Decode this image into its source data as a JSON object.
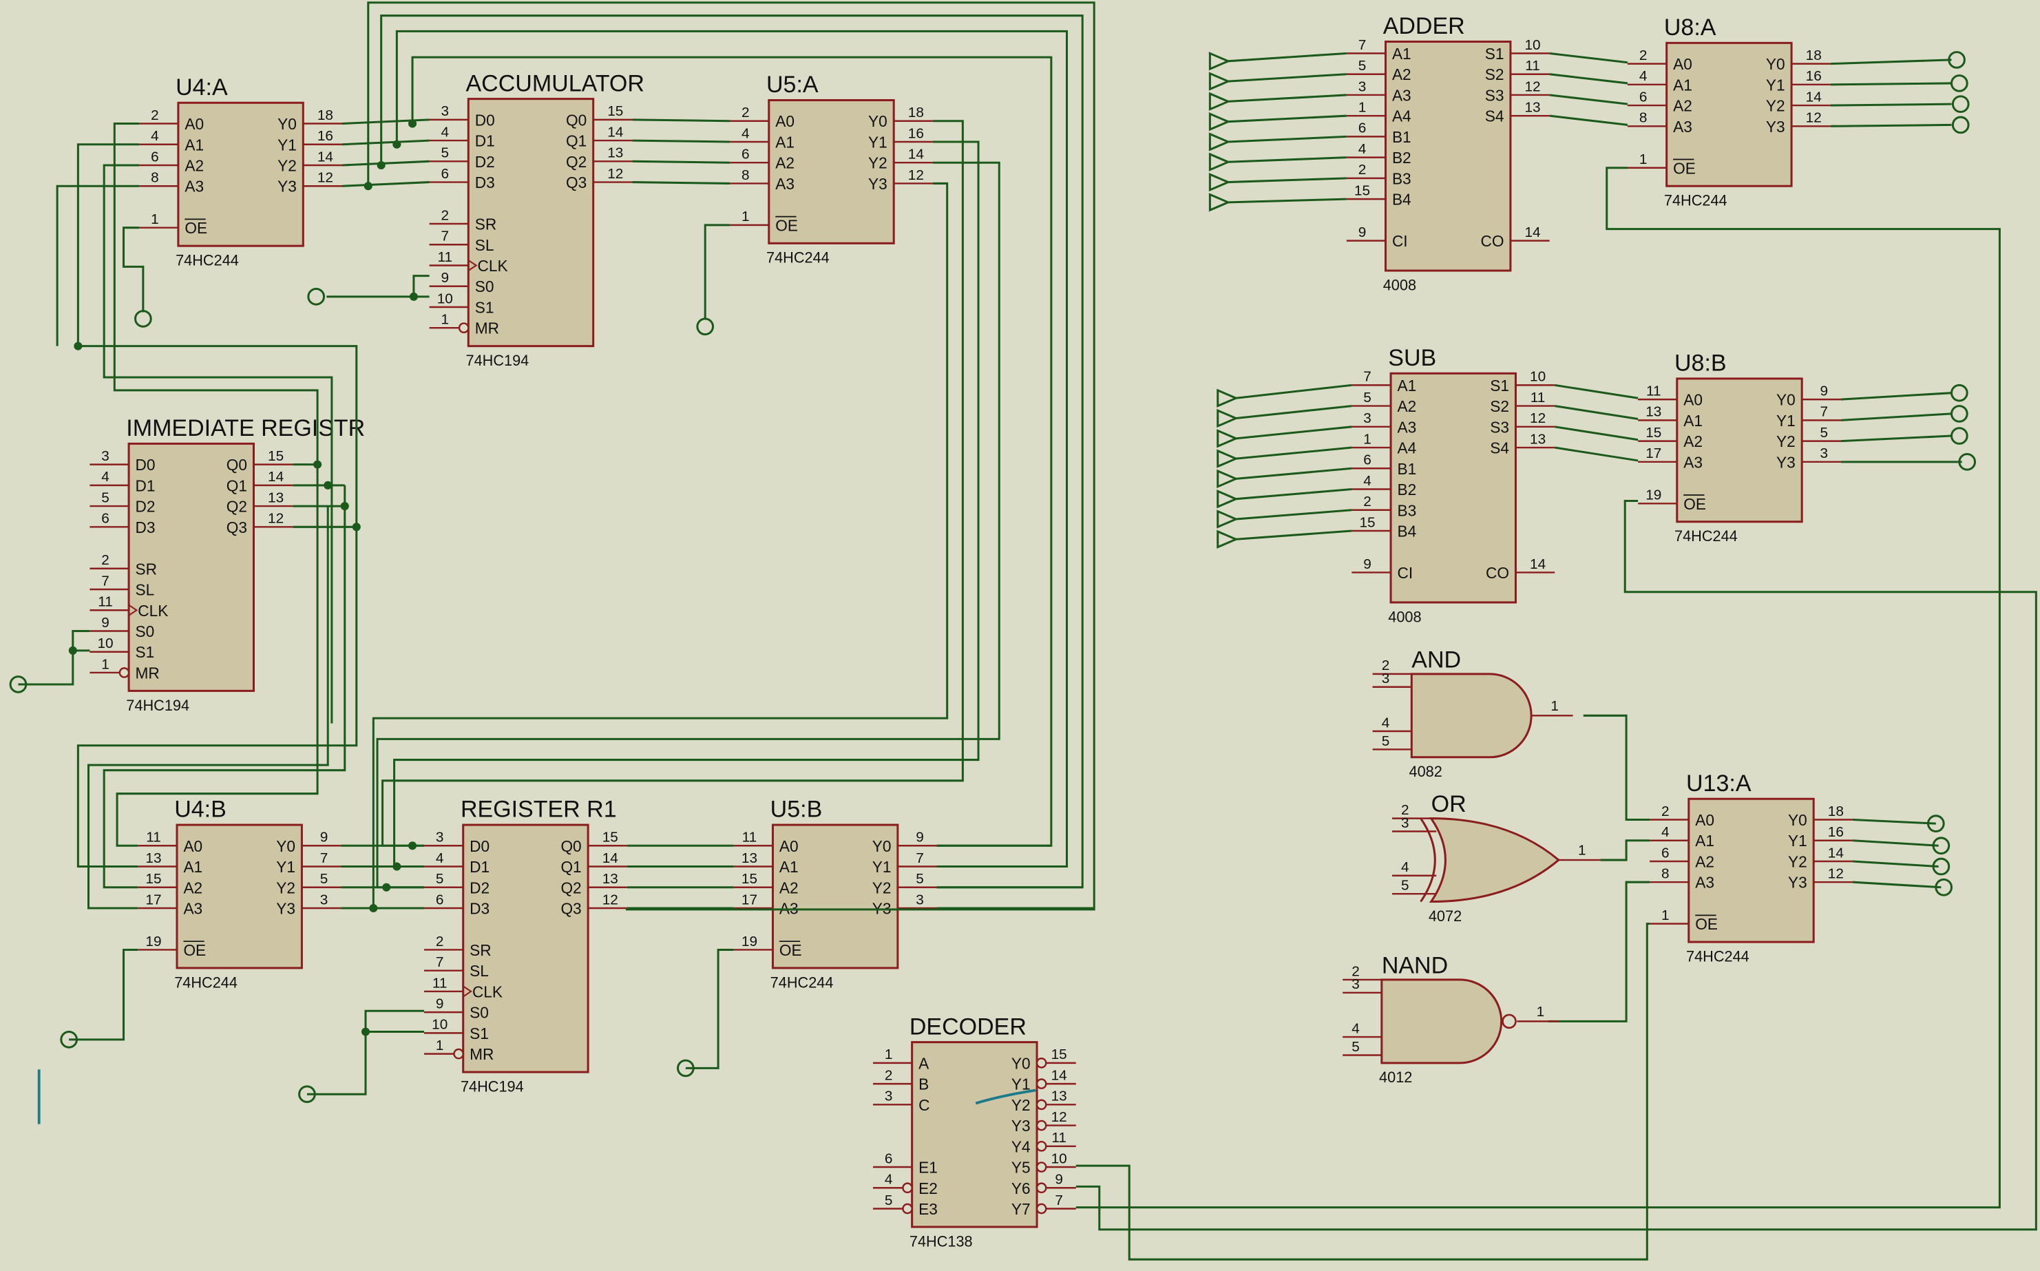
{
  "diagram": {
    "chips": {
      "u4a": {
        "title": "U4:A",
        "type": "74HC244"
      },
      "acc": {
        "title": "ACCUMULATOR",
        "type": "74HC194"
      },
      "u5a": {
        "title": "U5:A",
        "type": "74HC244"
      },
      "imm": {
        "title": "IMMEDIATE REGISTR",
        "type": "74HC194"
      },
      "u4b": {
        "title": "U4:B",
        "type": "74HC244"
      },
      "r1": {
        "title": "REGISTER R1",
        "type": "74HC194"
      },
      "u5b": {
        "title": "U5:B",
        "type": "74HC244"
      },
      "adder": {
        "title": "ADDER",
        "type": "4008"
      },
      "u8a": {
        "title": "U8:A",
        "type": "74HC244"
      },
      "sub": {
        "title": "SUB",
        "type": "4008"
      },
      "u8b": {
        "title": "U8:B",
        "type": "74HC244"
      },
      "u13a": {
        "title": "U13:A",
        "type": "74HC244"
      },
      "dec": {
        "title": "DECODER",
        "type": "74HC138"
      }
    },
    "gates": {
      "and": {
        "title": "AND",
        "type": "4082"
      },
      "or": {
        "title": "OR",
        "type": "4072"
      },
      "nand": {
        "title": "NAND",
        "type": "4012"
      }
    }
  }
}
